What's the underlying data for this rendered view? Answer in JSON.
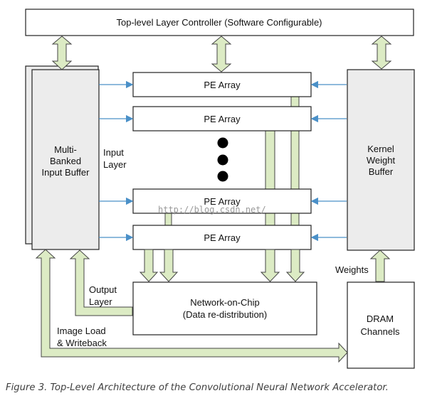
{
  "blocks": {
    "controller": "Top-level Layer Controller (Software Configurable)",
    "input_buffer": [
      "Multi-",
      "Banked",
      "Input Buffer"
    ],
    "kernel_buffer": [
      "Kernel",
      "Weight",
      "Buffer"
    ],
    "pe_array": "PE Array",
    "noc": [
      "Network-on-Chip",
      "(Data re-distribution)"
    ],
    "dram": [
      "DRAM",
      "Channels"
    ]
  },
  "labels": {
    "input_layer": [
      "Input",
      "Layer"
    ],
    "output_layer": [
      "Output",
      "Layer"
    ],
    "weights": "Weights",
    "image_load": [
      "Image Load",
      "& Writeback"
    ]
  },
  "watermark": "http://blog.csdn.net/",
  "caption": "Figure 3. Top-Level Architecture of the Convolutional Neural Network Accelerator.",
  "colors": {
    "arrow_fill": "#dcebc4",
    "arrow_stroke": "#444444",
    "data_line": "#4a90c8",
    "box_gray": "#ececec"
  }
}
